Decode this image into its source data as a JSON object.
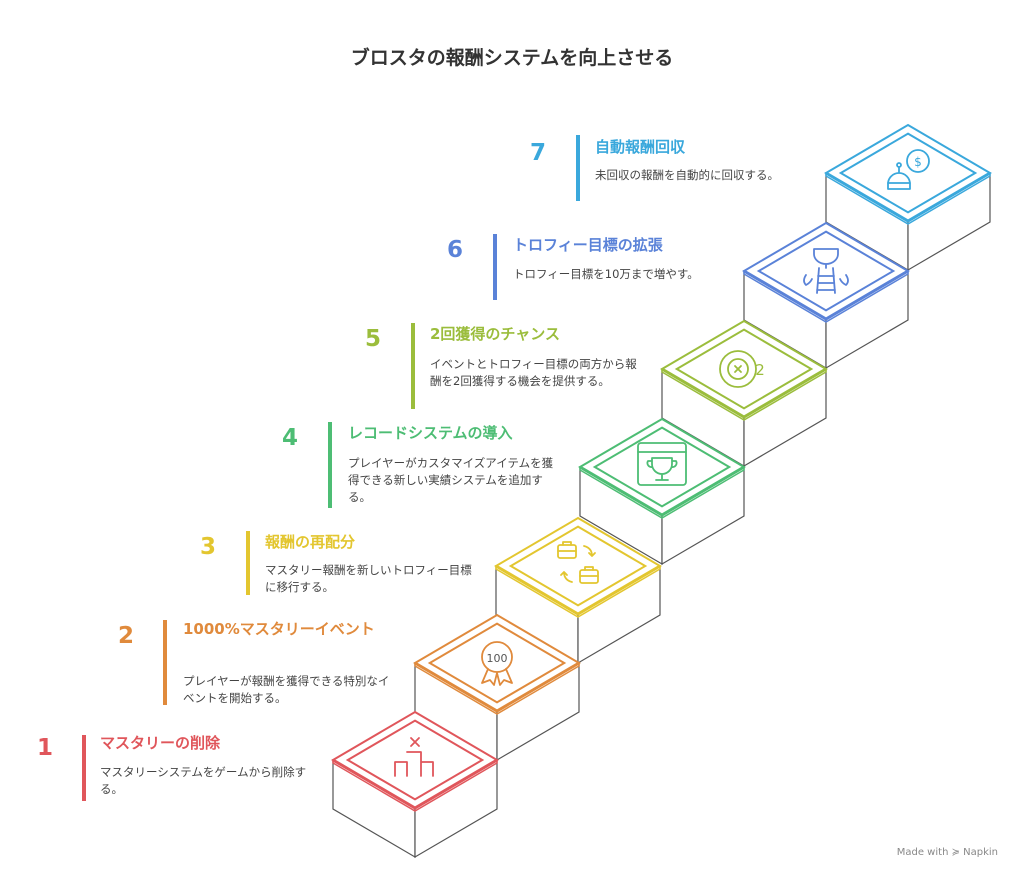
{
  "title": "ブロスタの報酬システムを向上させる",
  "footer": "Made with ≽ Napkin",
  "steps": [
    {
      "num": "1",
      "title": "マスタリーの削除",
      "desc": "マスタリーシステムをゲームから削除する。",
      "color": "#e0565b",
      "icon": "cancel-podium-icon"
    },
    {
      "num": "2",
      "title": "1000%マスタリーイベント",
      "desc": "プレイヤーが報酬を獲得できる特別なイベントを開始する。",
      "color": "#e08a3c",
      "icon": "badge-100-icon"
    },
    {
      "num": "3",
      "title": "報酬の再配分",
      "desc": "マスタリー報酬を新しいトロフィー目標に移行する。",
      "color": "#e3c62f",
      "icon": "briefcase-swap-icon"
    },
    {
      "num": "4",
      "title": "レコードシステムの導入",
      "desc": "プレイヤーがカスタマイズアイテムを獲得できる新しい実績システムを追加する。",
      "color": "#4dbd74",
      "icon": "trophy-window-icon"
    },
    {
      "num": "5",
      "title": "2回獲得のチャンス",
      "desc": "イベントとトロフィー目標の両方から報酬を2回獲得する機会を提供する。",
      "color": "#9bbd3c",
      "icon": "chip-x2-icon"
    },
    {
      "num": "6",
      "title": "トロフィー目標の拡張",
      "desc": "トロフィー目標を10万まで増やす。",
      "color": "#5a82d8",
      "icon": "trophy-ladder-icon"
    },
    {
      "num": "7",
      "title": "自動報酬回収",
      "desc": "未回収の報酬を自動的に回収する。",
      "color": "#3aa8dc",
      "icon": "robot-coin-icon"
    }
  ]
}
